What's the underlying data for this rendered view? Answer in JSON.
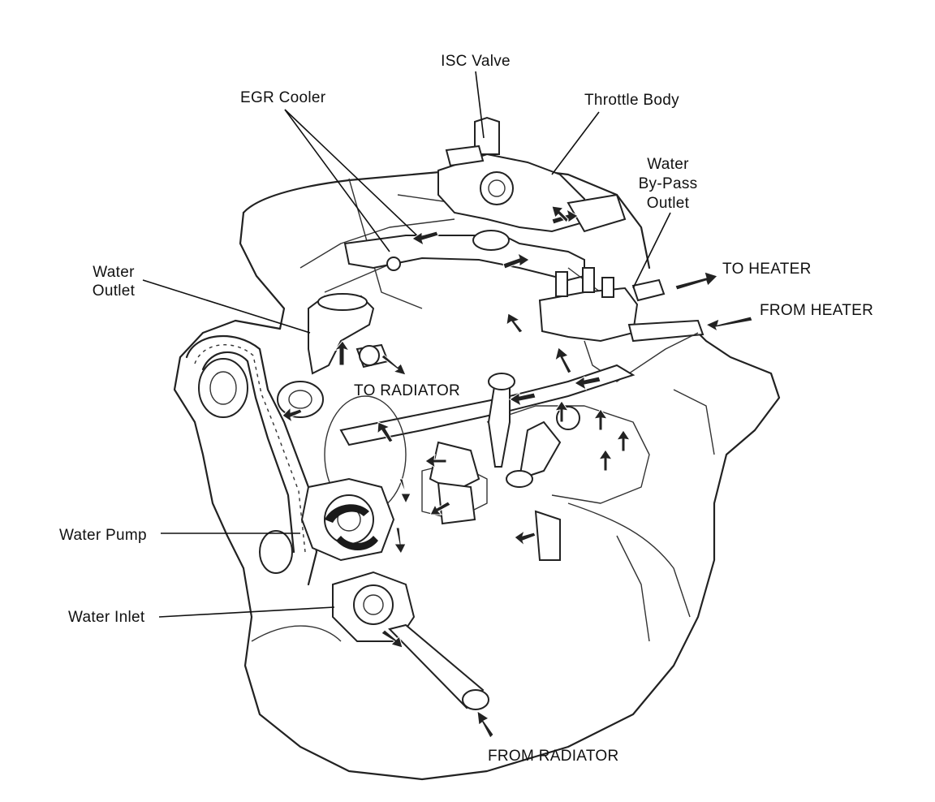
{
  "diagram": {
    "labels": {
      "isc_valve": "ISC Valve",
      "egr_cooler": "EGR Cooler",
      "throttle_body": "Throttle Body",
      "water_bypass_outlet_1": "Water",
      "water_bypass_outlet_2": "By-Pass",
      "water_bypass_outlet_3": "Outlet",
      "water_outlet_1": "Water",
      "water_outlet_2": "Outlet",
      "to_heater": "TO HEATER",
      "from_heater": "FROM HEATER",
      "to_radiator": "TO RADIATOR",
      "water_pump": "Water Pump",
      "water_inlet": "Water Inlet",
      "from_radiator": "FROM RADIATOR"
    }
  }
}
